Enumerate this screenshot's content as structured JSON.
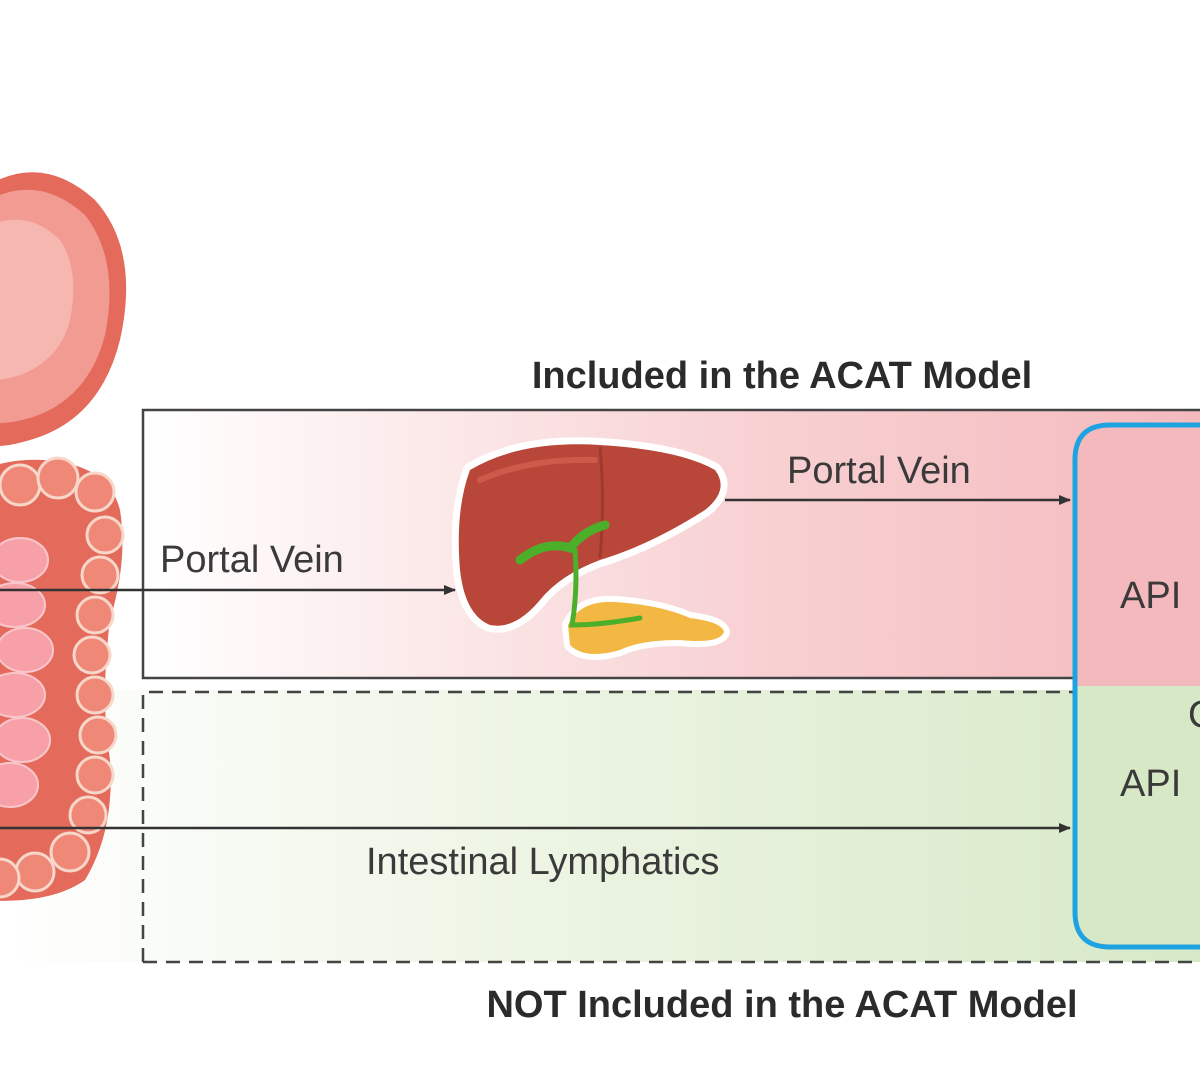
{
  "diagram": {
    "included_heading": "Included in the ACAT Model",
    "not_included_heading": "NOT Included in the ACAT Model",
    "portal_vein_from_intestine": "Portal Vein",
    "portal_vein_to_circulation": "Portal Vein",
    "intestinal_lymphatics": "Intestinal Lymphatics",
    "api_upper": "API",
    "api_lower": "API",
    "circulation_fragment": "C"
  },
  "colors": {
    "included_region": "#f4b9bd",
    "not_included_region": "#d6e8c6",
    "circulation_border": "#1ea3e0",
    "arrow": "#333333",
    "organ_red": "#e46b5c",
    "liver": "#b8473a",
    "gallbladder": "#4caf2a",
    "pancreas": "#f3b843"
  },
  "icons": [
    "stomach-icon",
    "intestines-icon",
    "liver-icon",
    "gallbladder-icon",
    "pancreas-icon"
  ]
}
